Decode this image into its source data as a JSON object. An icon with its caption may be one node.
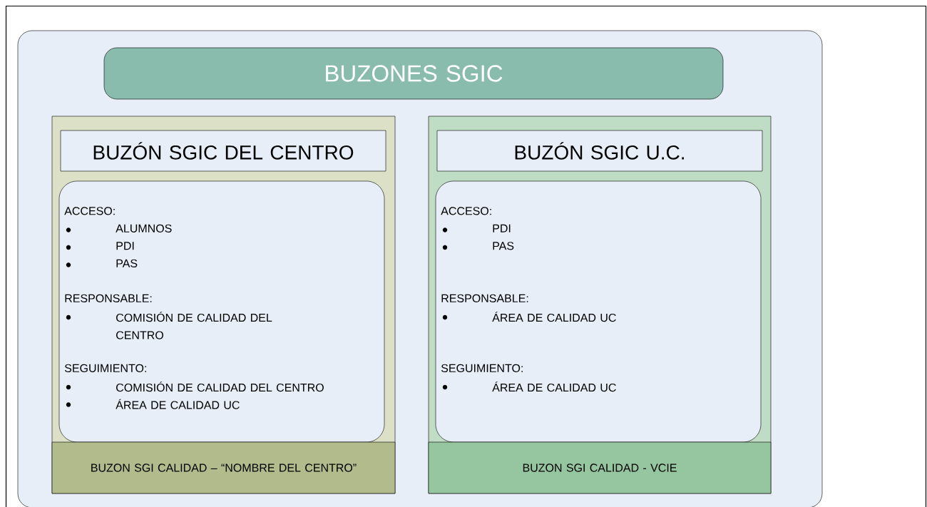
{
  "diagram": {
    "nodes": [
      {
        "text": [],
        "shape": "box"
      },
      {
        "text": [
          "BUZONES SGIC"
        ],
        "in": 0
      },
      {
        "text": [],
        "shape": "box",
        "in": 0
      },
      {
        "text": [
          "BUZÓN SGIC DEL CENTRO"
        ],
        "in": 2
      },
      {
        "text": [
          "ACCESO:",
          "ALUMNOS",
          "PDI",
          "PAS",
          "RESPONSABLE:",
          "COMISIÓN DE CALIDAD DEL CENTRO",
          "SEGUIMIENTO:",
          "COMISIÓN DE CALIDAD DEL CENTRO",
          "ÁREA DE CALIDAD UC"
        ],
        "in": 2
      },
      {
        "text": [
          "BUZON SGI CALIDAD – “NOMBRE DEL CENTRO”"
        ],
        "in": 2
      },
      {
        "text": [],
        "shape": "box",
        "in": 0
      },
      {
        "text": [
          "BUZÓN SGIC U.C."
        ],
        "in": 6
      },
      {
        "text": [
          "ACCESO:",
          "PDI",
          "PAS",
          "RESPONSABLE:",
          "ÁREA DE CALIDAD UC",
          "SEGUIMIENTO:",
          "ÁREA DE CALIDAD UC"
        ],
        "in": 6
      },
      {
        "text": [
          "BUZON SGI CALIDAD - VCIE"
        ],
        "in": 6
      }
    ]
  }
}
